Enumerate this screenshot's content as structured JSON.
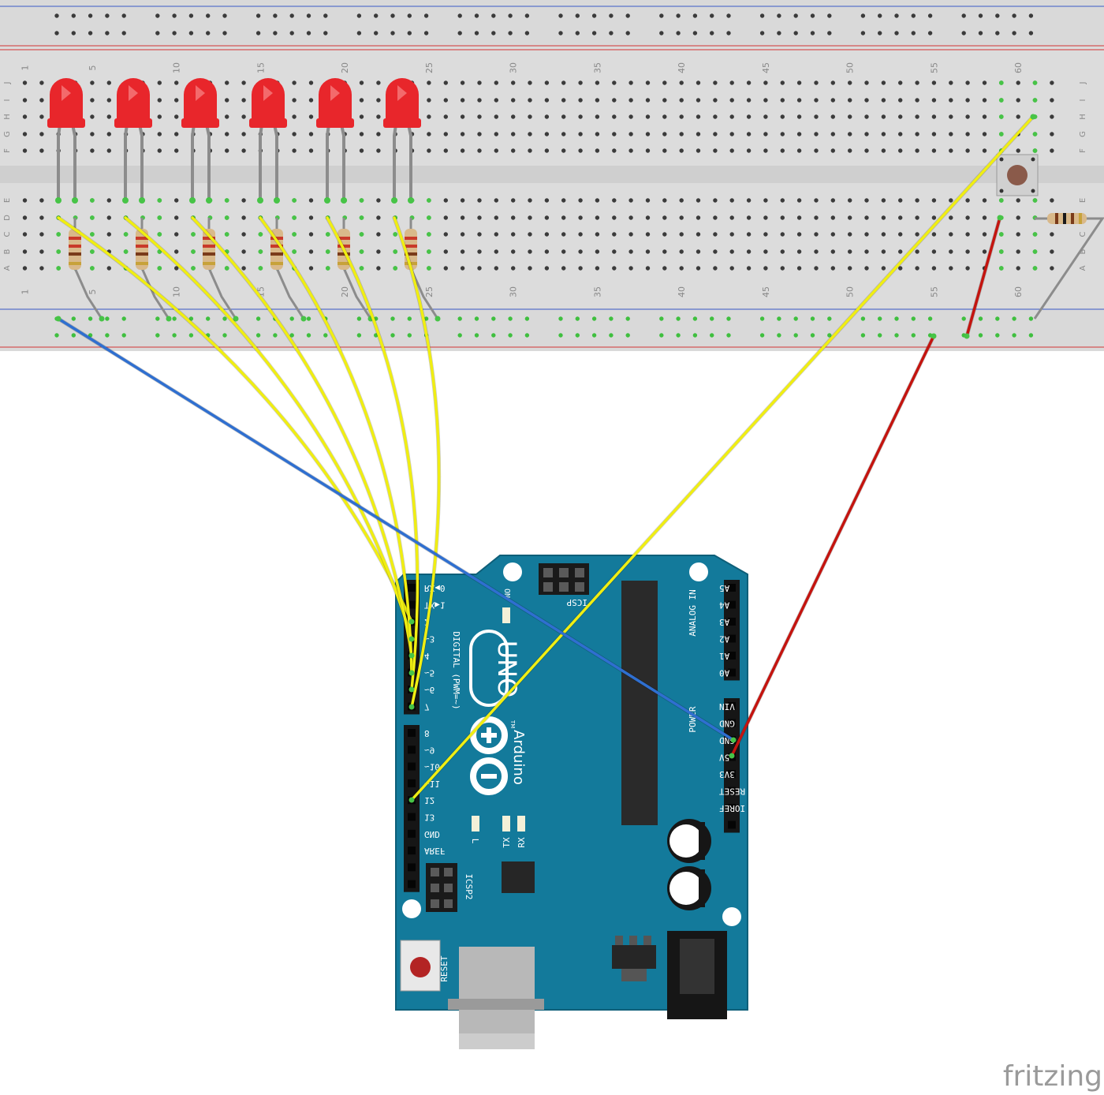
{
  "breadboard": {
    "col_numbers": [
      "1",
      "5",
      "10",
      "15",
      "20",
      "25",
      "30",
      "35",
      "40",
      "45",
      "50",
      "55",
      "60"
    ],
    "row_letters_top": [
      "J",
      "I",
      "H",
      "G",
      "F"
    ],
    "row_letters_bottom": [
      "E",
      "D",
      "C",
      "B",
      "A"
    ]
  },
  "components": {
    "led_count": 6,
    "led_color": "#e8262b",
    "resistor_count": 6,
    "button_color": "#8a5a4a"
  },
  "arduino": {
    "board_color": "#137a9b",
    "model_label": "UNO",
    "brand_label": "Arduino",
    "trademark": "TM",
    "digital_label": "DIGITAL (PWM=~)",
    "analog_label": "ANALOG IN",
    "power_label": "POWER",
    "icsp_label": "ICSP",
    "icsp2_label": "ICSP2",
    "reset_label": "RESET",
    "on_label": "ON",
    "l_label": "L",
    "tx_label": "TX",
    "rx_label": "RX",
    "digital_pins": [
      "RX◀0",
      "TX▶1",
      "2",
      "~3",
      "4",
      "~5",
      "~6",
      "7",
      "8",
      "~9",
      "~10",
      "~11",
      "12",
      "13",
      "GND",
      "AREF"
    ],
    "power_pins": [
      "VIN",
      "GND",
      "GND",
      "5V",
      "3V3",
      "RESET",
      "IOREF"
    ],
    "analog_pins": [
      "A5",
      "A4",
      "A3",
      "A2",
      "A1",
      "A0"
    ]
  },
  "wire_colors": {
    "signal": "#f0ee12",
    "ground": "#2f6fd0",
    "power": "#c4140f",
    "lead": "#8c8c8c"
  },
  "watermark": "fritzing"
}
